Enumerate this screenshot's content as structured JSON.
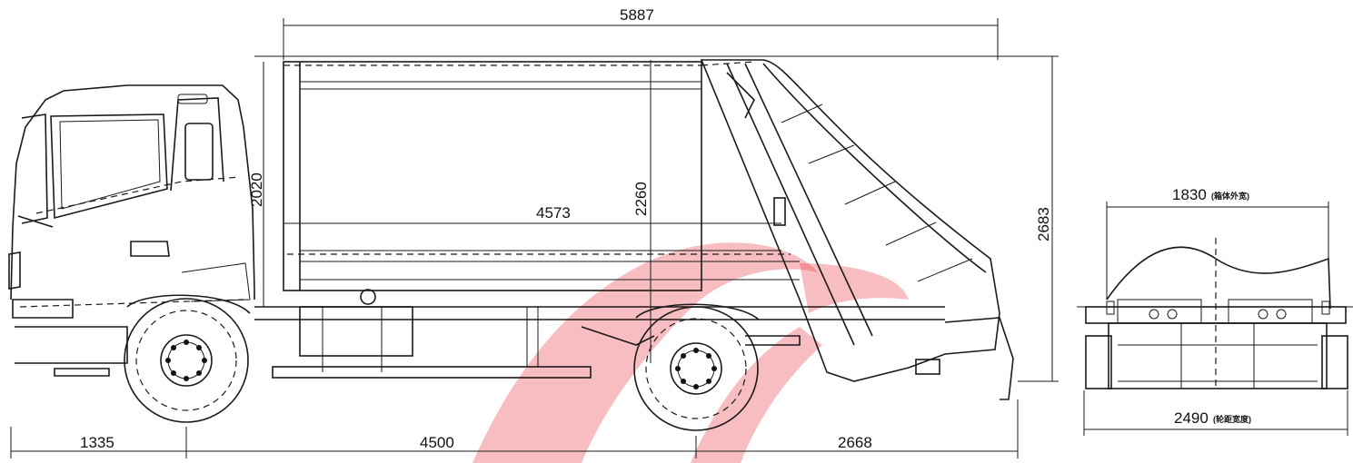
{
  "side_view": {
    "dimensions": {
      "overall_body_length": "5887",
      "body_inner_length": "4573",
      "body_height": "2020",
      "inner_height": "2260",
      "overall_height": "2683",
      "front_overhang": "1335",
      "wheelbase": "4500",
      "rear_overhang": "2668"
    }
  },
  "rear_view": {
    "dimensions": {
      "body_width": "1830",
      "body_width_note": "(箱体外宽)",
      "track_width": "2490",
      "track_width_note": "(轮距宽度)"
    }
  },
  "watermark": {
    "color": "#e8323a"
  }
}
